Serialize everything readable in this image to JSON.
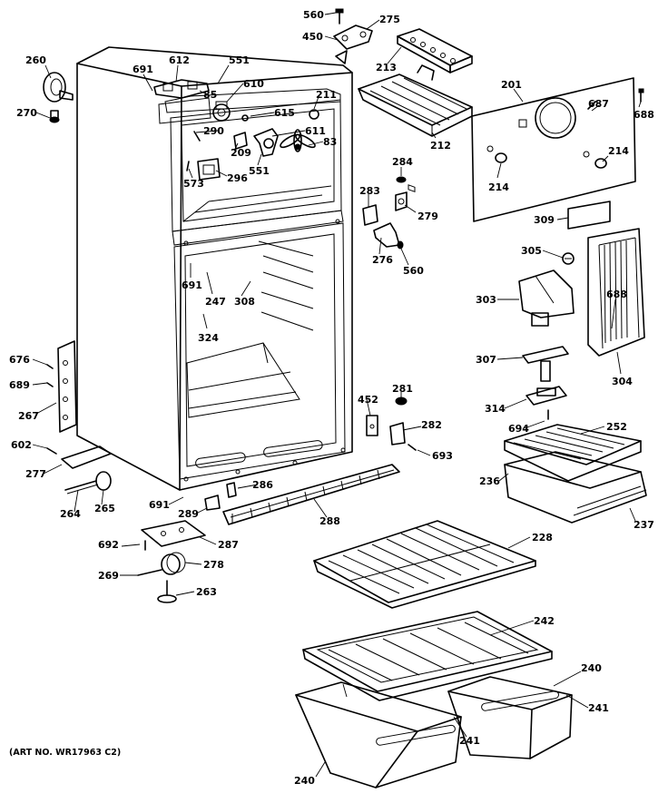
{
  "art_number": "(ART NO. WR17963 C2)",
  "callouts": [
    {
      "id": "c560a",
      "text": "560"
    },
    {
      "id": "c275",
      "text": "275"
    },
    {
      "id": "c450",
      "text": "450"
    },
    {
      "id": "c213",
      "text": "213"
    },
    {
      "id": "c260",
      "text": "260"
    },
    {
      "id": "c270",
      "text": "270"
    },
    {
      "id": "c612",
      "text": "612"
    },
    {
      "id": "c551a",
      "text": "551"
    },
    {
      "id": "c691a",
      "text": "691"
    },
    {
      "id": "c85",
      "text": "85"
    },
    {
      "id": "c610",
      "text": "610"
    },
    {
      "id": "c211",
      "text": "211"
    },
    {
      "id": "c615",
      "text": "615"
    },
    {
      "id": "c611",
      "text": "611"
    },
    {
      "id": "c290",
      "text": "290"
    },
    {
      "id": "c83",
      "text": "83"
    },
    {
      "id": "c209",
      "text": "209"
    },
    {
      "id": "c573",
      "text": "573"
    },
    {
      "id": "c296",
      "text": "296"
    },
    {
      "id": "c551b",
      "text": "551"
    },
    {
      "id": "c212",
      "text": "212"
    },
    {
      "id": "c201",
      "text": "201"
    },
    {
      "id": "c687",
      "text": "687"
    },
    {
      "id": "c688a",
      "text": "688"
    },
    {
      "id": "c214a",
      "text": "214"
    },
    {
      "id": "c214b",
      "text": "214"
    },
    {
      "id": "c284",
      "text": "284"
    },
    {
      "id": "c283",
      "text": "283"
    },
    {
      "id": "c279",
      "text": "279"
    },
    {
      "id": "c276",
      "text": "276"
    },
    {
      "id": "c560b",
      "text": "560"
    },
    {
      "id": "c309",
      "text": "309"
    },
    {
      "id": "c305",
      "text": "305"
    },
    {
      "id": "c691b",
      "text": "691"
    },
    {
      "id": "c247",
      "text": "247"
    },
    {
      "id": "c308",
      "text": "308"
    },
    {
      "id": "c324",
      "text": "324"
    },
    {
      "id": "c303",
      "text": "303"
    },
    {
      "id": "c688b",
      "text": "688"
    },
    {
      "id": "c307",
      "text": "307"
    },
    {
      "id": "c304",
      "text": "304"
    },
    {
      "id": "c676",
      "text": "676"
    },
    {
      "id": "c689",
      "text": "689"
    },
    {
      "id": "c267",
      "text": "267"
    },
    {
      "id": "c452",
      "text": "452"
    },
    {
      "id": "c281",
      "text": "281"
    },
    {
      "id": "c314",
      "text": "314"
    },
    {
      "id": "c282",
      "text": "282"
    },
    {
      "id": "c694",
      "text": "694"
    },
    {
      "id": "c252",
      "text": "252"
    },
    {
      "id": "c602",
      "text": "602"
    },
    {
      "id": "c693",
      "text": "693"
    },
    {
      "id": "c277",
      "text": "277"
    },
    {
      "id": "c286",
      "text": "286"
    },
    {
      "id": "c236",
      "text": "236"
    },
    {
      "id": "c264",
      "text": "264"
    },
    {
      "id": "c265",
      "text": "265"
    },
    {
      "id": "c691c",
      "text": "691"
    },
    {
      "id": "c289",
      "text": "289"
    },
    {
      "id": "c288",
      "text": "288"
    },
    {
      "id": "c237",
      "text": "237"
    },
    {
      "id": "c692",
      "text": "692"
    },
    {
      "id": "c287",
      "text": "287"
    },
    {
      "id": "c228",
      "text": "228"
    },
    {
      "id": "c269",
      "text": "269"
    },
    {
      "id": "c278",
      "text": "278"
    },
    {
      "id": "c263",
      "text": "263"
    },
    {
      "id": "c242",
      "text": "242"
    },
    {
      "id": "c240a",
      "text": "240"
    },
    {
      "id": "c241a",
      "text": "241"
    },
    {
      "id": "c241b",
      "text": "241"
    },
    {
      "id": "c240b",
      "text": "240"
    }
  ]
}
